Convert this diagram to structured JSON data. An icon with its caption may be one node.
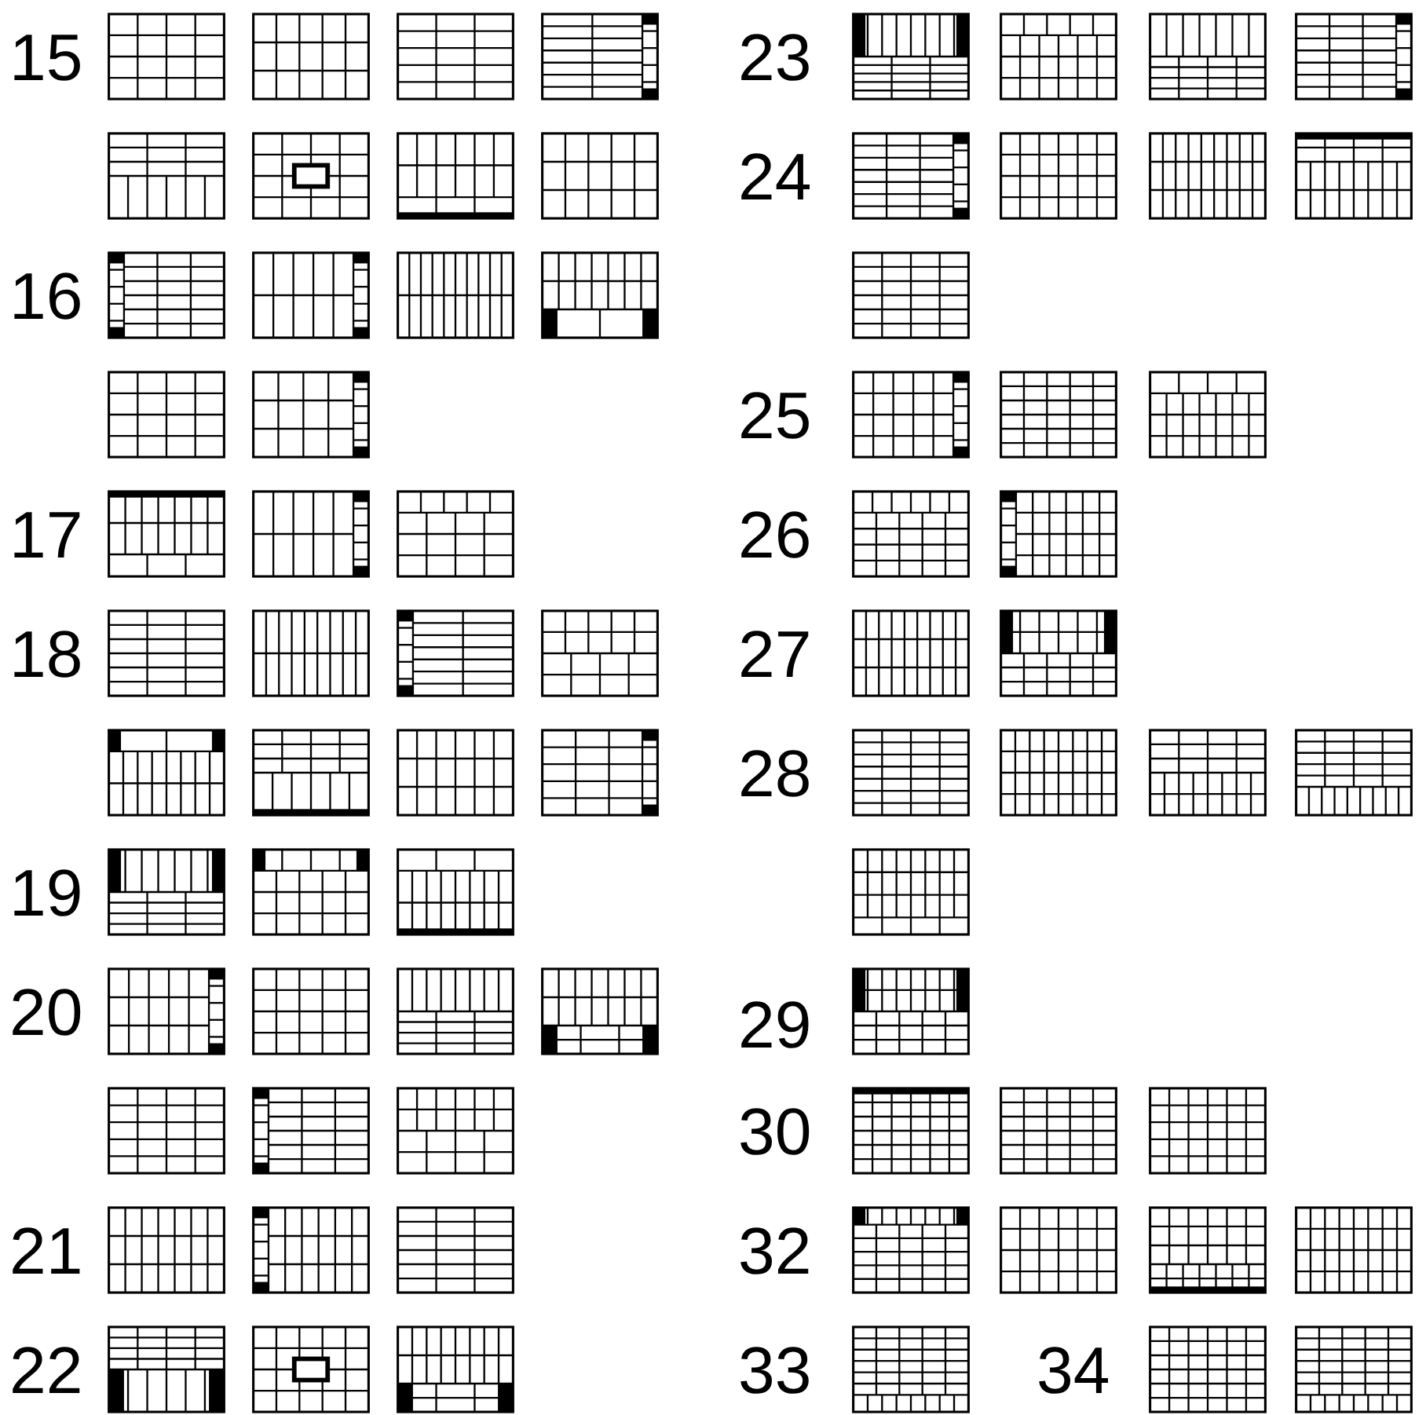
{
  "diagram": {
    "labels": [
      "15",
      "16",
      "17",
      "18",
      "19",
      "20",
      "21",
      "22",
      "23",
      "24",
      "25",
      "26",
      "27",
      "28",
      "29",
      "30",
      "32",
      "33",
      "34"
    ]
  }
}
